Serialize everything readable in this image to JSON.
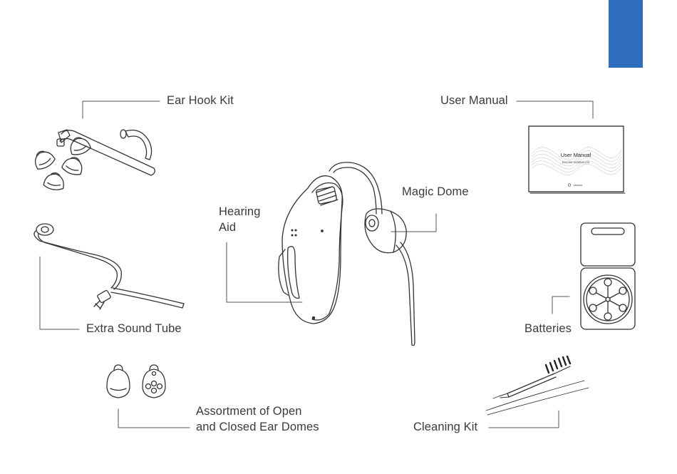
{
  "accent_color": "#2f6ebf",
  "line_color": "#333333",
  "labels": {
    "ear_hook_kit": "Ear Hook Kit",
    "user_manual": "User Manual",
    "magic_dome": "Magic Dome",
    "hearing_aid_line1": "Hearing",
    "hearing_aid_line2": "Aid",
    "extra_sound_tube": "Extra Sound Tube",
    "batteries": "Batteries",
    "ear_domes_line1": "Assortment of Open",
    "ear_domes_line2": "and Closed Ear Domes",
    "cleaning_kit": "Cleaning Kit"
  },
  "manual_cover": {
    "title": "User Manual",
    "subtitle": "ENCORE HEARING AID",
    "brand": "vivtone"
  }
}
